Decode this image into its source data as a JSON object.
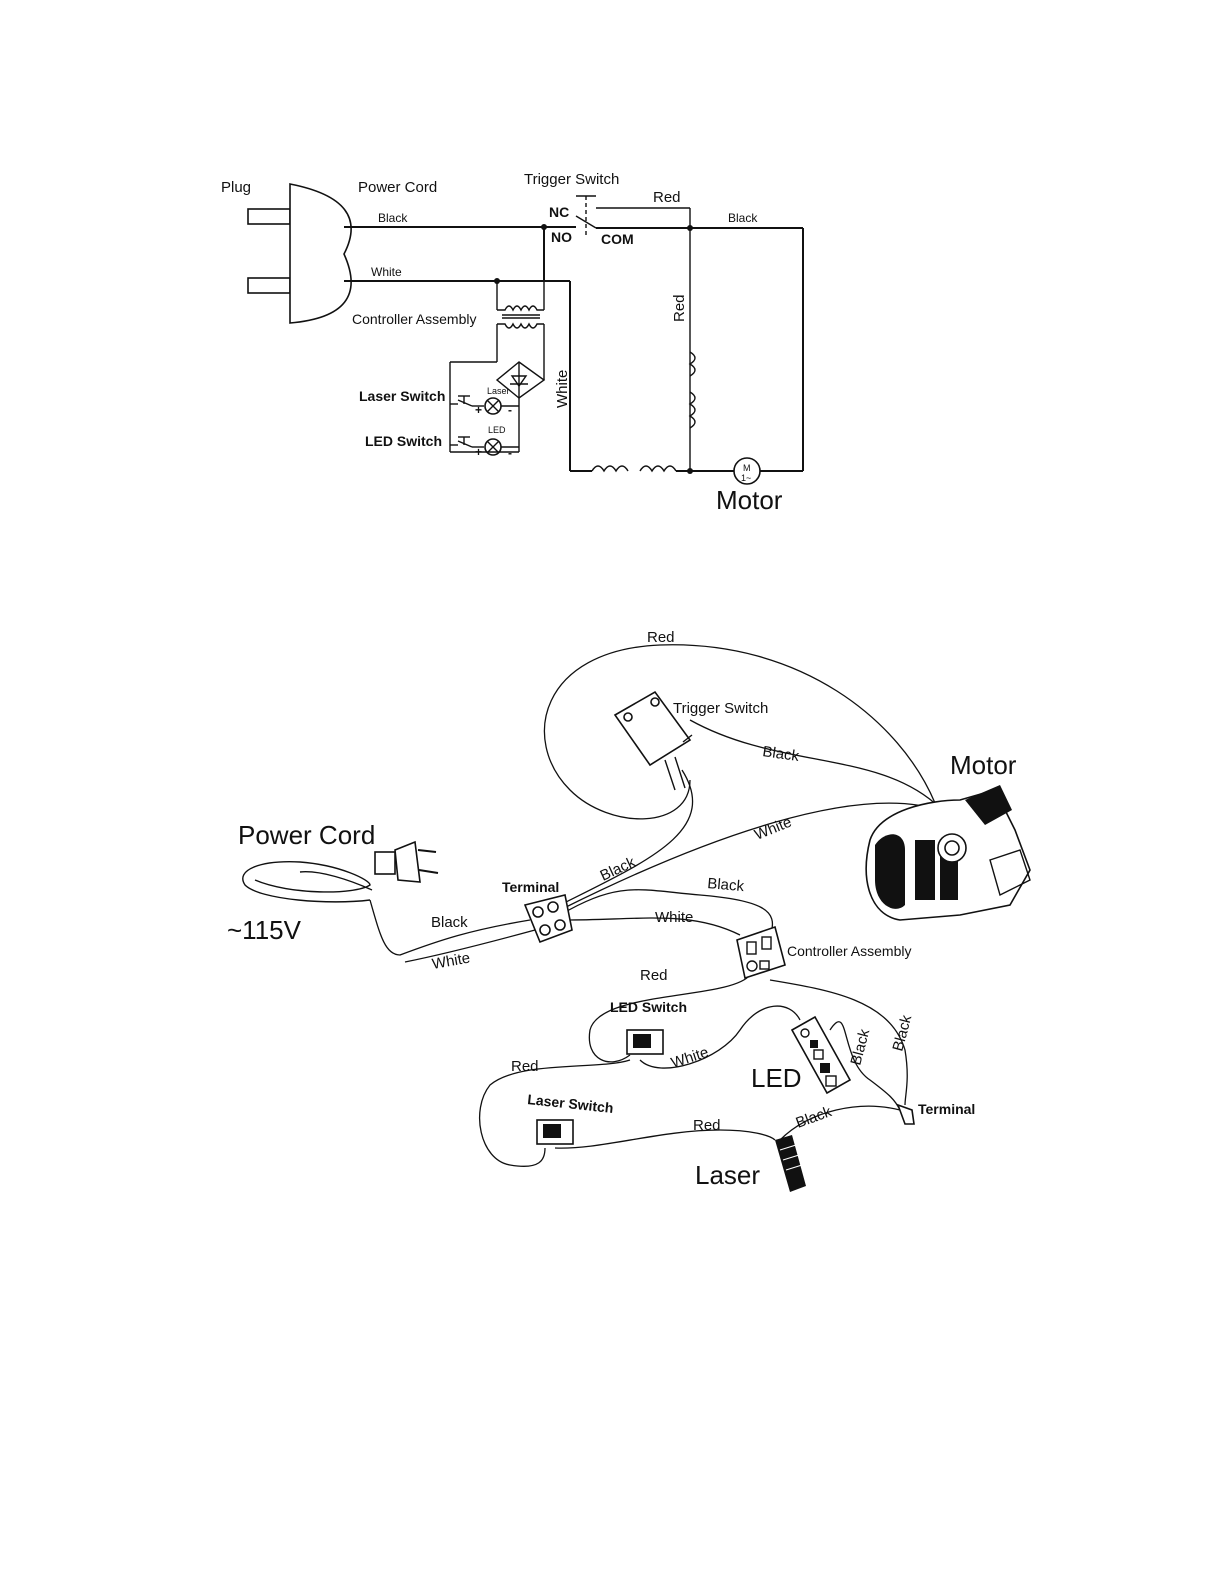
{
  "schematic": {
    "plug": "Plug",
    "power_cord": "Power Cord",
    "trigger_switch": "Trigger Switch",
    "nc": "NC",
    "no": "NO",
    "com": "COM",
    "wire_black_1": "Black",
    "wire_black_2": "Black",
    "wire_white": "White",
    "wire_red_h": "Red",
    "wire_red_v": "Red",
    "wire_white_v": "White",
    "controller_assembly": "Controller Assembly",
    "laser_switch": "Laser Switch",
    "led_switch": "LED Switch",
    "laser_small": "Laser",
    "led_small": "LED",
    "plus_1": "+",
    "minus_1": "-",
    "plus_2": "+",
    "minus_2": "-",
    "motor_symbol_m": "M",
    "motor_symbol_ac": "1~",
    "motor": "Motor"
  },
  "pictorial": {
    "wire_red_top": "Red",
    "trigger_switch": "Trigger Switch",
    "wire_black_trigger": "Black",
    "motor": "Motor",
    "wire_white_motor": "White",
    "power_cord": "Power Cord",
    "terminal": "Terminal",
    "wire_black_terminal": "Black",
    "wire_black_controller": "Black",
    "wire_white_controller": "White",
    "wire_black_cord": "Black",
    "voltage": "~115V",
    "wire_white_cord": "White",
    "controller_assembly": "Controller Assembly",
    "wire_red_controller": "Red",
    "led_switch": "LED Switch",
    "wire_white_led": "White",
    "led": "LED",
    "wire_black_led_1": "Black",
    "wire_black_led_2": "Black",
    "wire_red_left": "Red",
    "laser_switch": "Laser Switch",
    "wire_red_laser": "Red",
    "wire_black_laser": "Black",
    "terminal_2": "Terminal",
    "laser": "Laser"
  }
}
